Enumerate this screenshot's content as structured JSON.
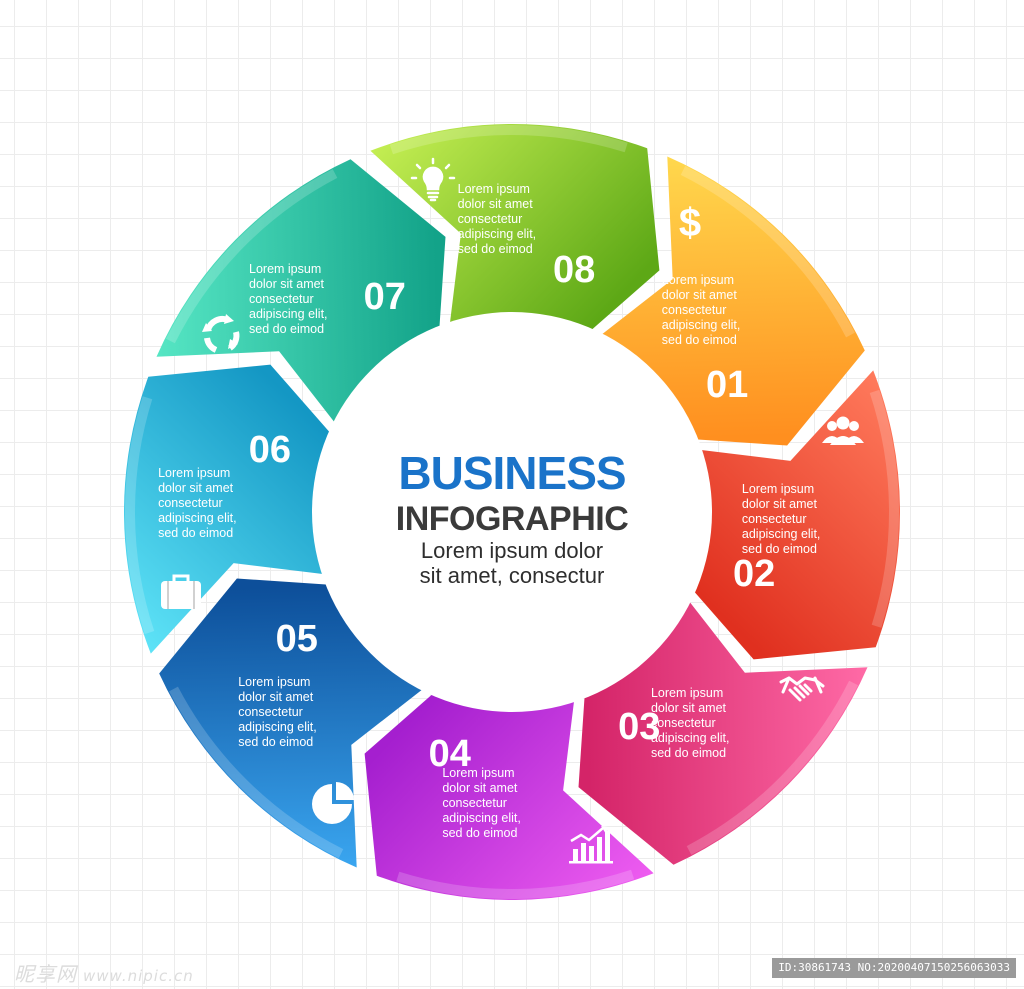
{
  "center": {
    "title_line1": "BUSINESS",
    "title_line2": "INFOGRAPHIC",
    "subtitle_line1": "Lorem ipsum dolor",
    "subtitle_line2": "sit amet, consectur"
  },
  "segments": [
    {
      "number": "01",
      "text": [
        "Lorem ipsum",
        "dolor sit amet",
        "consectetur",
        "adipiscing elit,",
        "sed do eimod"
      ],
      "icon": "dollar-icon",
      "color_start": "#ffd84d",
      "color_end": "#ff8f1f"
    },
    {
      "number": "02",
      "text": [
        "Lorem ipsum",
        "dolor sit amet",
        "consectetur",
        "adipiscing elit,",
        "sed do eimod"
      ],
      "icon": "people-icon",
      "color_start": "#ff7a5c",
      "color_end": "#e0301f"
    },
    {
      "number": "03",
      "text": [
        "Lorem ipsum",
        "dolor sit amet",
        "consectetur",
        "adipiscing elit,",
        "sed do eimod"
      ],
      "icon": "handshake-icon",
      "color_start": "#ff6aa6",
      "color_end": "#d42468"
    },
    {
      "number": "04",
      "text": [
        "Lorem ipsum",
        "dolor sit amet",
        "consectetur",
        "adipiscing elit,",
        "sed do eimod"
      ],
      "icon": "bar-chart-icon",
      "color_start": "#ee5cf0",
      "color_end": "#a51fcf"
    },
    {
      "number": "05",
      "text": [
        "Lorem ipsum",
        "dolor sit amet",
        "consectetur",
        "adipiscing elit,",
        "sed do eimod"
      ],
      "icon": "pie-chart-icon",
      "color_start": "#3aa6f0",
      "color_end": "#0d4f9a"
    },
    {
      "number": "06",
      "text": [
        "Lorem ipsum",
        "dolor sit amet",
        "consectetur",
        "adipiscing elit,",
        "sed do eimod"
      ],
      "icon": "briefcase-icon",
      "color_start": "#5ee3f7",
      "color_end": "#1497c4"
    },
    {
      "number": "07",
      "text": [
        "Lorem ipsum",
        "dolor sit amet",
        "consectetur",
        "adipiscing elit,",
        "sed do eimod"
      ],
      "icon": "recycle-arrows-icon",
      "color_start": "#56e6c4",
      "color_end": "#13a389"
    },
    {
      "number": "08",
      "text": [
        "Lorem ipsum",
        "dolor sit amet",
        "consectetur",
        "adipiscing elit,",
        "sed do eimod"
      ],
      "icon": "lightbulb-icon",
      "color_start": "#c4ee52",
      "color_end": "#5da816"
    }
  ],
  "watermark": {
    "left_brand": "昵享网",
    "left_site": "www.nipic.cn",
    "right_id": "ID:30861743 NO:20200407150256063033"
  }
}
